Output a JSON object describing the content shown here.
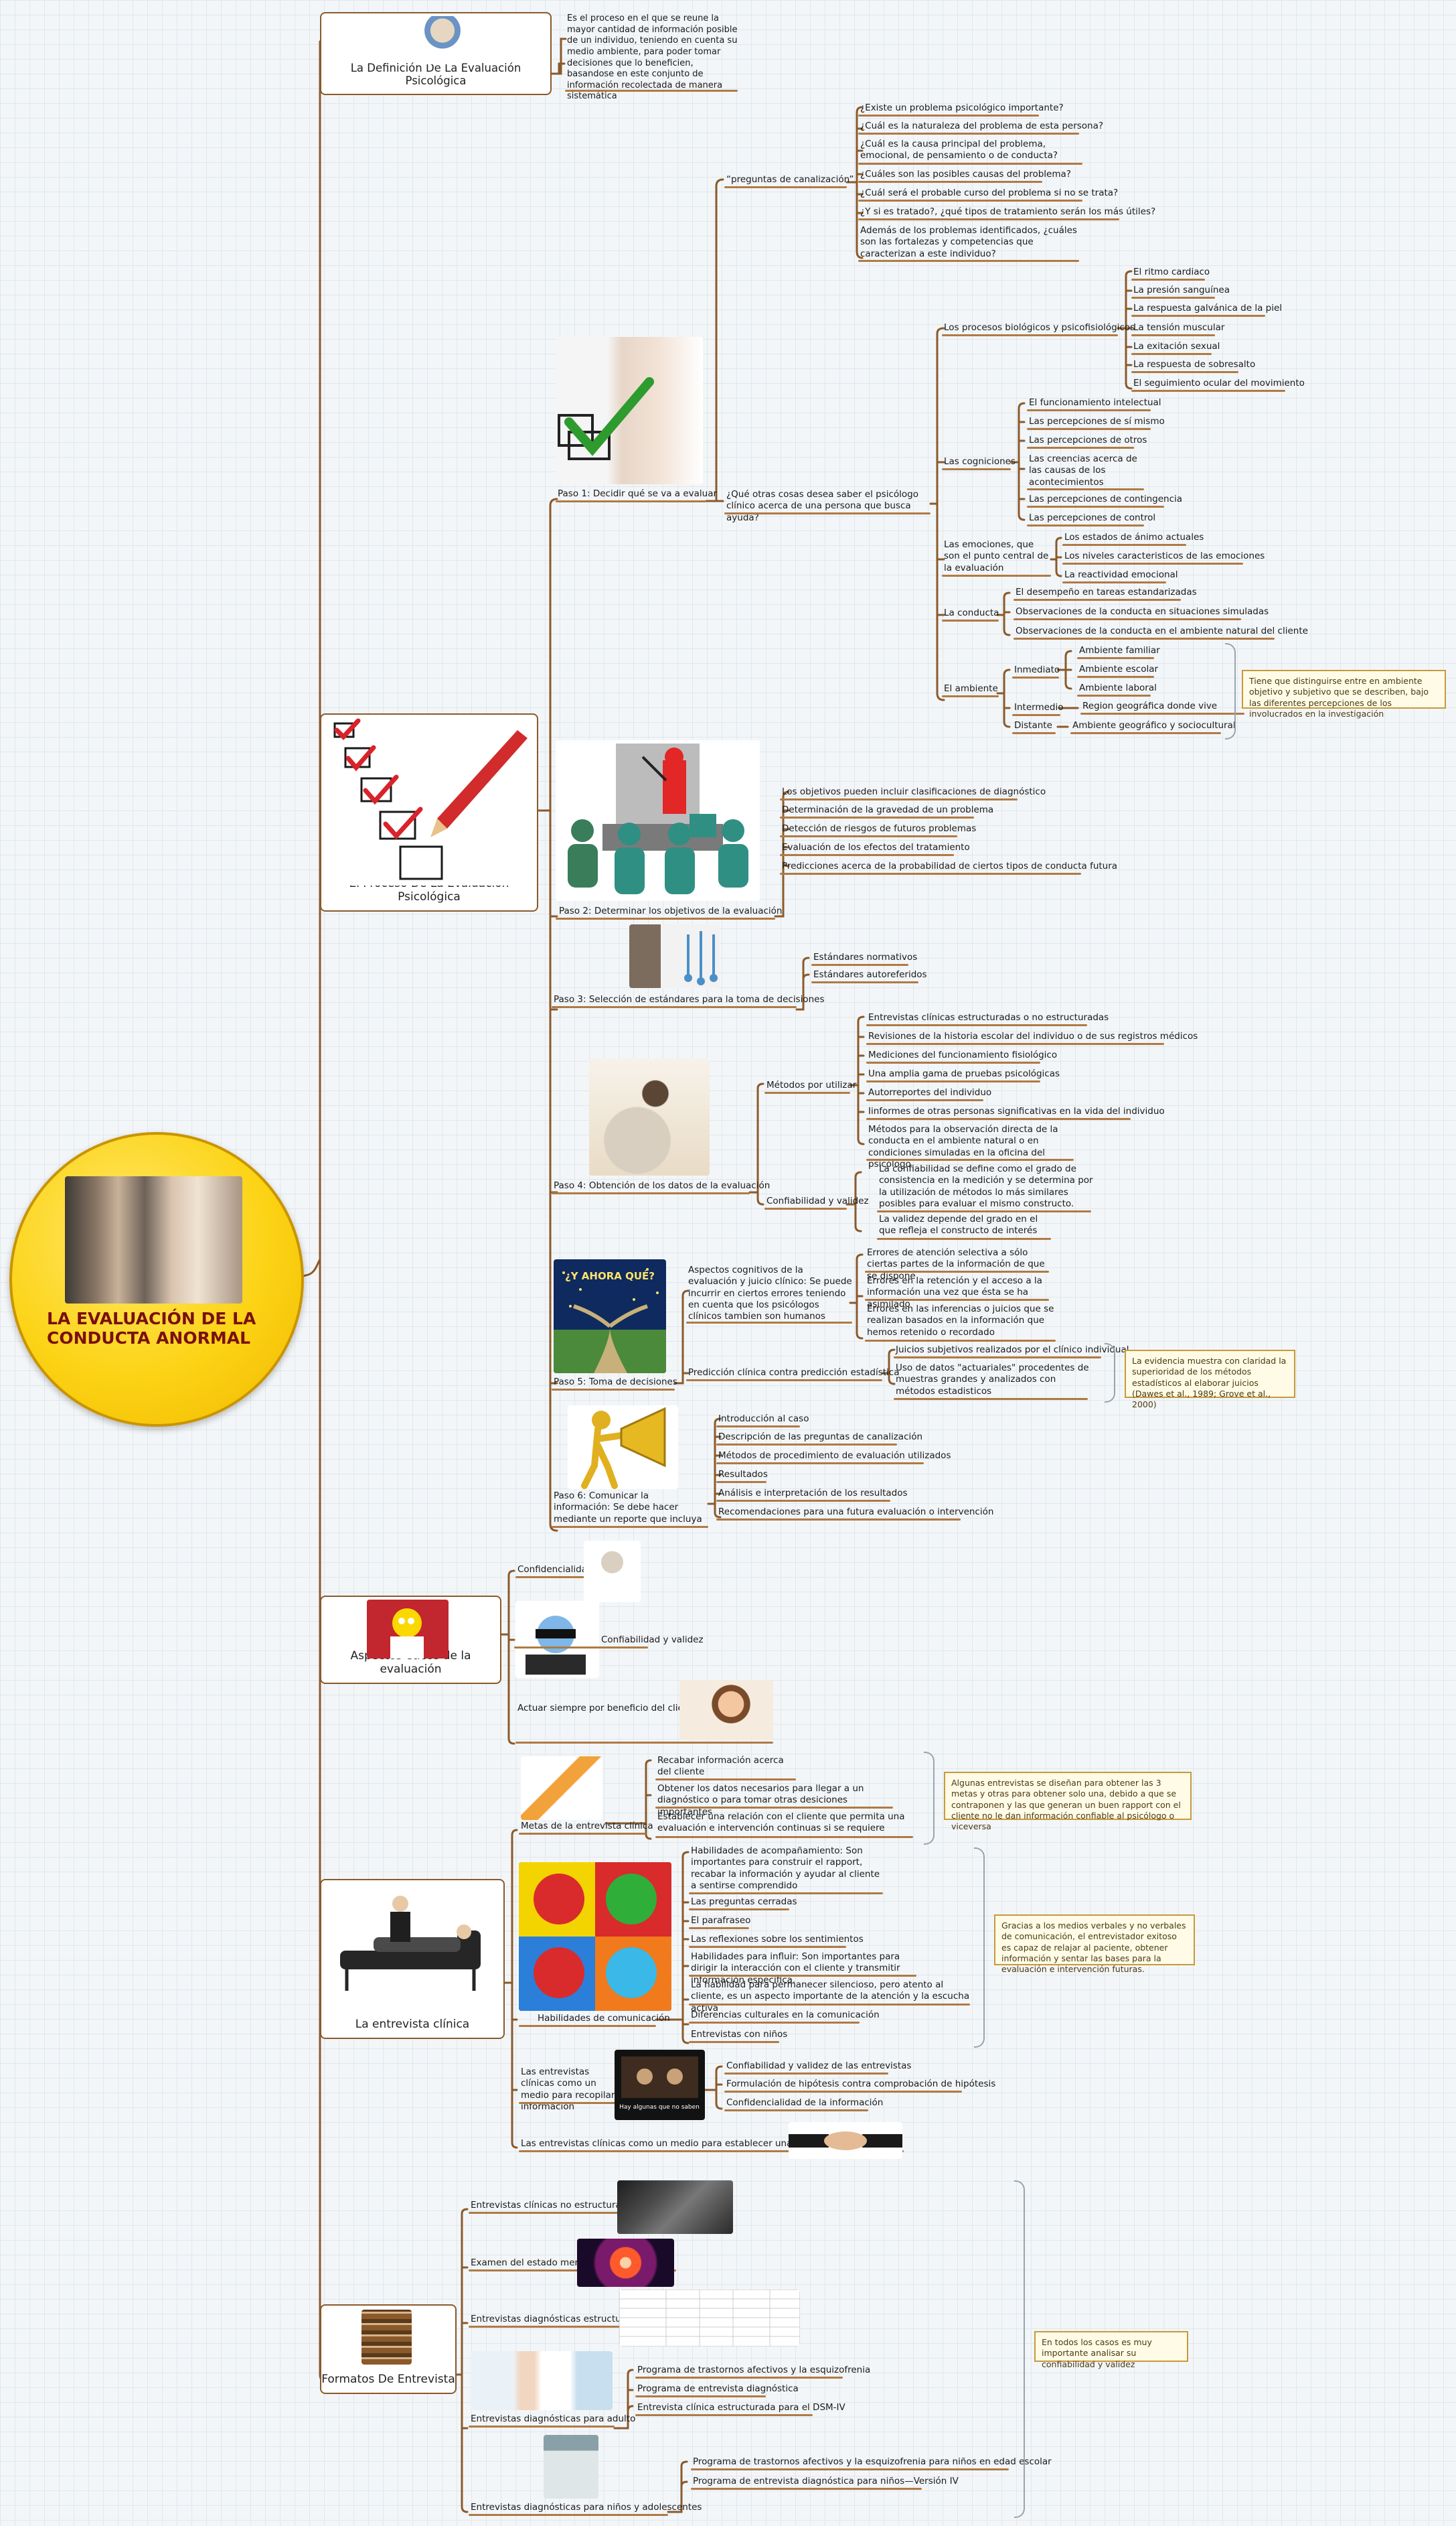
{
  "central": {
    "title_line1": "LA EVALUACIÓN DE LA",
    "title_line2": "CONDUCTA ANORMAL"
  },
  "definicion": {
    "title": "La Definición De La Evaluación Psicológica",
    "note": "Es el proceso en el que se reune la mayor cantidad de información posible de un individuo, teniendo en cuenta su medio ambiente, para poder tomar decisiones que lo beneficien, basandose en este conjunto de información recolectada de manera sistemática"
  },
  "proceso": {
    "title": "El Proceso De La Evaluación Psicológica",
    "paso1": {
      "title": "Paso 1: Decidir qué se va a evaluar",
      "canalizacion_label": "“preguntas de canalización”",
      "canalizacion_items": [
        "¿Existe un problema psicológico importante?",
        "¿Cuál es la naturaleza del problema de esta persona?",
        "¿Cuál es la causa principal del problema, emocional, de pensamiento o de conducta?",
        "¿Cuáles son las posibles causas del problema?",
        "¿Cuál será el probable curso del problema si no se trata?",
        "¿Y si es tratado?, ¿qué tipos de tratamiento serán los más útiles?",
        "Además de los problemas identificados, ¿cuáles son las fortalezas y competencias que caracterizan a este individuo?"
      ],
      "que_otras": "¿Qué otras cosas desea saber el psicólogo clínico acerca de una persona que busca ayuda?",
      "biologicos": {
        "label": "Los procesos biológicos y psicofisiológicos",
        "items": [
          "El ritmo cardiaco",
          "La presión sanguínea",
          "La respuesta galvánica de la piel",
          "La tensión muscular",
          "La exitación sexual",
          "La respuesta de sobresalto",
          "El seguimiento ocular del movimiento"
        ]
      },
      "cogniciones": {
        "label": "Las cogniciones",
        "items": [
          "El funcionamiento intelectual",
          "Las percepciones de sí mismo",
          "Las percepciones de otros",
          "Las creencias acerca de las causas de los acontecimientos",
          "Las percepciones de contingencia",
          "Las percepciones de control"
        ]
      },
      "emociones": {
        "label": "Las emociones, que son el punto central de la evaluación",
        "items": [
          "Los estados de ánimo actuales",
          "Los niveles caracteristicos de las emociones",
          "La reactividad emocional"
        ]
      },
      "conducta": {
        "label": "La conducta",
        "items": [
          "El desempeño en tareas estandarizadas",
          "Observaciones de la conducta en situaciones simuladas",
          "Observaciones de la conducta en el ambiente natural del cliente"
        ]
      },
      "ambiente": {
        "label": "El ambiente",
        "inmediato_label": "Inmediato",
        "inmediato_items": [
          "Ambiente familiar",
          "Ambiente escolar",
          "Ambiente laboral"
        ],
        "intermedio_label": "Intermedio",
        "intermedio_item": "Region geográfica donde vive",
        "distante_label": "Distante",
        "distante_item": "Ambiente geográfico y sociocultural",
        "note": "Tiene que distinguirse entre en ambiente objetivo y subjetivo que se describen,  bajo las diferentes percepciones de los involucrados en la investigación"
      }
    },
    "paso2": {
      "title": "Paso 2: Determinar los objetivos de la evaluación",
      "items": [
        "Los objetivos pueden incluir clasificaciones de diagnóstico",
        "Determinación de la gravedad de un problema",
        "Detección de riesgos de futuros problemas",
        "Evaluación de los efectos del tratamiento",
        "Predicciones acerca de la probabilidad de ciertos tipos de conducta futura"
      ]
    },
    "paso3": {
      "title": "Paso 3: Selección de estándares para la toma de decisiones",
      "items": [
        "Estándares normativos",
        "Estándares autoreferidos"
      ]
    },
    "paso4": {
      "title": "Paso 4: Obtención de los datos de la evaluación",
      "metodos_label": "Métodos por utilizar",
      "metodos": [
        "Entrevistas clínicas estructuradas o no estructuradas",
        "Revisiones de la historia escolar del individuo o de sus registros médicos",
        "Mediciones del funcionamiento fisiológico",
        "Una amplia gama de pruebas psicológicas",
        "Autorreportes del individuo",
        "Iinformes de otras personas significativas en la vida del individuo",
        "Métodos para la observación directa de la conducta en el ambiente natural o en condiciones simuladas en la oficina del psicólogo"
      ],
      "confiabilidad_label": "Confiabilidad y validez",
      "confiabilidad": [
        "La confiabilidad se define como el grado de consistencia en la medición y se determina por la utilización de métodos lo más similares posibles para evaluar el mismo constructo.",
        "La validez depende del grado en el que refleja el constructo de interés"
      ]
    },
    "paso5": {
      "title": "Paso 5: Toma de decisiones",
      "picture_caption": "¿Y AHORA QUÉ?",
      "aspectos": "Aspectos cognitivos de la evaluación y juicio clínico: Se puede incurrir en ciertos errores teniendo en cuenta que los psicólogos clínicos tambien son humanos",
      "errores": [
        "Errores de atención selectiva a sólo ciertas partes de la información de que se dispone",
        "Errores en la retención y el acceso a la información una vez que ésta se ha asimilado",
        "Errores en las inferencias o juicios que se realizan basados en la información que hemos retenido o recordado"
      ],
      "prediccion": "Predicción clínica contra predicción estadística",
      "prediccion_items": [
        "Juicios subjetivos realizados por el clínico individual",
        "Uso de datos \"actuariales\" procedentes de muestras grandes y analizados con métodos estadisticos"
      ],
      "note": "La evidencia muestra con claridad la superioridad de los métodos estadísticos al elaborar juicios (Dawes et al., 1989; Grove et al., 2000)"
    },
    "paso6": {
      "title": "Paso 6: Comunicar la información: Se debe hacer mediante un reporte que incluya",
      "items": [
        "Introducción al caso",
        "Descripción de las preguntas de canalización",
        "Métodos de procedimiento de evaluación utilizados",
        "Resultados",
        "Análisis e interpretación de los resultados",
        "Recomendaciones para una futura evaluación o intervención"
      ]
    }
  },
  "eticos": {
    "title": "Aspectos éticos de la evaluación",
    "items": [
      "Confidencialidad",
      "Confiabilidad y validez",
      "Actuar siempre por beneficio del cliente"
    ]
  },
  "entrevista": {
    "title": "La entrevista clínica",
    "metas_label": "Metas de la entrevista clínica",
    "metas": [
      "Recabar información acerca del cliente",
      "Obtener los datos necesarios para llegar a un diagnóstico o para tomar otras desiciones importantes",
      "Establecer una relación con el cliente que permita una evaluación e intervención continuas si se requiere"
    ],
    "metas_note": "Algunas entrevistas se diseñan para obtener las 3 metas y otras para obtener solo una, debido a que se contraponen y las que generan un buen rapport con el cliente no le dan información confiable al psicólogo o viceversa",
    "habilidades_label": "Habilidades de comunicación",
    "habilidades": [
      "Habilidades de acompañamiento: Son importantes para construir el rapport, recabar la información y ayudar al cliente a sentirse comprendido",
      "Las preguntas cerradas",
      "El parafraseo",
      "Las reflexiones sobre los sentimientos",
      "Habilidades para influir: Son importantes para dirigir la interacción con el cliente y transmitir información específica.",
      "La habilidad para permanecer silencioso, pero atento al cliente, es un aspecto importante de la atención y la escucha activa",
      "Diferencias culturales en la comunicación",
      "Entrevistas con niños"
    ],
    "habilidades_note": "Gracias a los medios verbales y no verbales de comunicación, el entrevistador exitoso es capaz de relajar al paciente, obtener información y sentar las bases para la evaluación e intervención futuras.",
    "recopilar_label": "Las entrevistas clínicas como un medio para recopilar información",
    "recopilar_picture_text": "Hay algunas que no saben",
    "recopilar": [
      "Confiabilidad y validez de las entrevistas",
      "Formulación de hipótesis contra comprobación de hipótesis",
      "Confidencialidad de la información"
    ],
    "relacion_label": "Las entrevistas clínicas como un medio para establecer una relación"
  },
  "formatos": {
    "title": "Formatos De Entrevista",
    "no_estructuradas": "Entrevistas clínicas no estructuradas",
    "examen": "Examen del estado mental",
    "estructuradas": "Entrevistas diagnósticas estructuradas",
    "adulto_label": "Entrevistas diagnósticas para adulto",
    "adulto": [
      "Programa de trastornos afectivos y la esquizofrenia",
      "Programa de entrevista diagnóstica",
      "Entrevista clínica estructurada para el DSM-IV"
    ],
    "ninos_label": "Entrevistas diagnósticas para niños y adolescentes",
    "ninos": [
      "Programa de trastornos afectivos y la esquizofrenia para niños en edad escolar",
      "Programa de entrevista diagnóstica para niños—Versión IV"
    ],
    "note": "En todos los casos es muy importante analisar su confiabilidad y validez"
  },
  "colors": {
    "branch": "#8a5a2b",
    "underline": "#b07a45",
    "root": "#fcd315",
    "root_text": "#7a1010",
    "note_bg": "#fffbe6",
    "note_border": "#c79a3c"
  }
}
